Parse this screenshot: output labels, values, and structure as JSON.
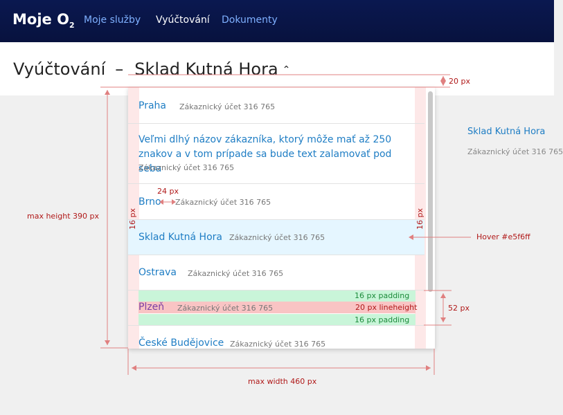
{
  "topbar": {
    "logo": "Moje O",
    "logo_sub": "2",
    "nav": [
      "Moje služby",
      "Vyúčtování",
      "Dokumenty"
    ]
  },
  "header": {
    "title": "Vyúčtování",
    "dash": "–",
    "account": "Sklad Kutná Hora",
    "chevron": "⌃"
  },
  "dropdown": {
    "items": [
      {
        "name": "Praha",
        "account": "Zákaznický účet 316 765"
      },
      {
        "name": "Veľmi dlhý názov zákazníka, ktorý môže mať až 250 znakov a v tom prípade sa bude text zalamovať pod seba",
        "account": "Zákaznický účet 316 765"
      },
      {
        "name": "Brno",
        "account": "Zákaznický účet 316 765"
      },
      {
        "name": "Sklad Kutná Hora",
        "account": "Zákaznický účet 316 765"
      },
      {
        "name": "Ostrava",
        "account": "Zákaznický účet 316 765"
      },
      {
        "name": "Plzeň",
        "account": "Zákaznický účet 316 765"
      },
      {
        "name": "České Budějovice",
        "account": "Zákaznický účet 316 765"
      }
    ]
  },
  "side": {
    "name": "Sklad Kutná Hora",
    "account": "Zákaznický účet 316 765"
  },
  "annotations": {
    "top_gap": "20 px",
    "gap_24": "24 px",
    "max_height": "max height 390 px",
    "side_padding": "16 px",
    "hover": "Hover #e5f6ff",
    "padding_16": "16 px padding",
    "lineheight_20": "20 px lineheight",
    "row_52": "52 px",
    "max_width": "max width 460 px"
  },
  "colors": {
    "accent": "#1e7dc4",
    "hover": "#e5f6ff",
    "annotation": "#b01818"
  }
}
